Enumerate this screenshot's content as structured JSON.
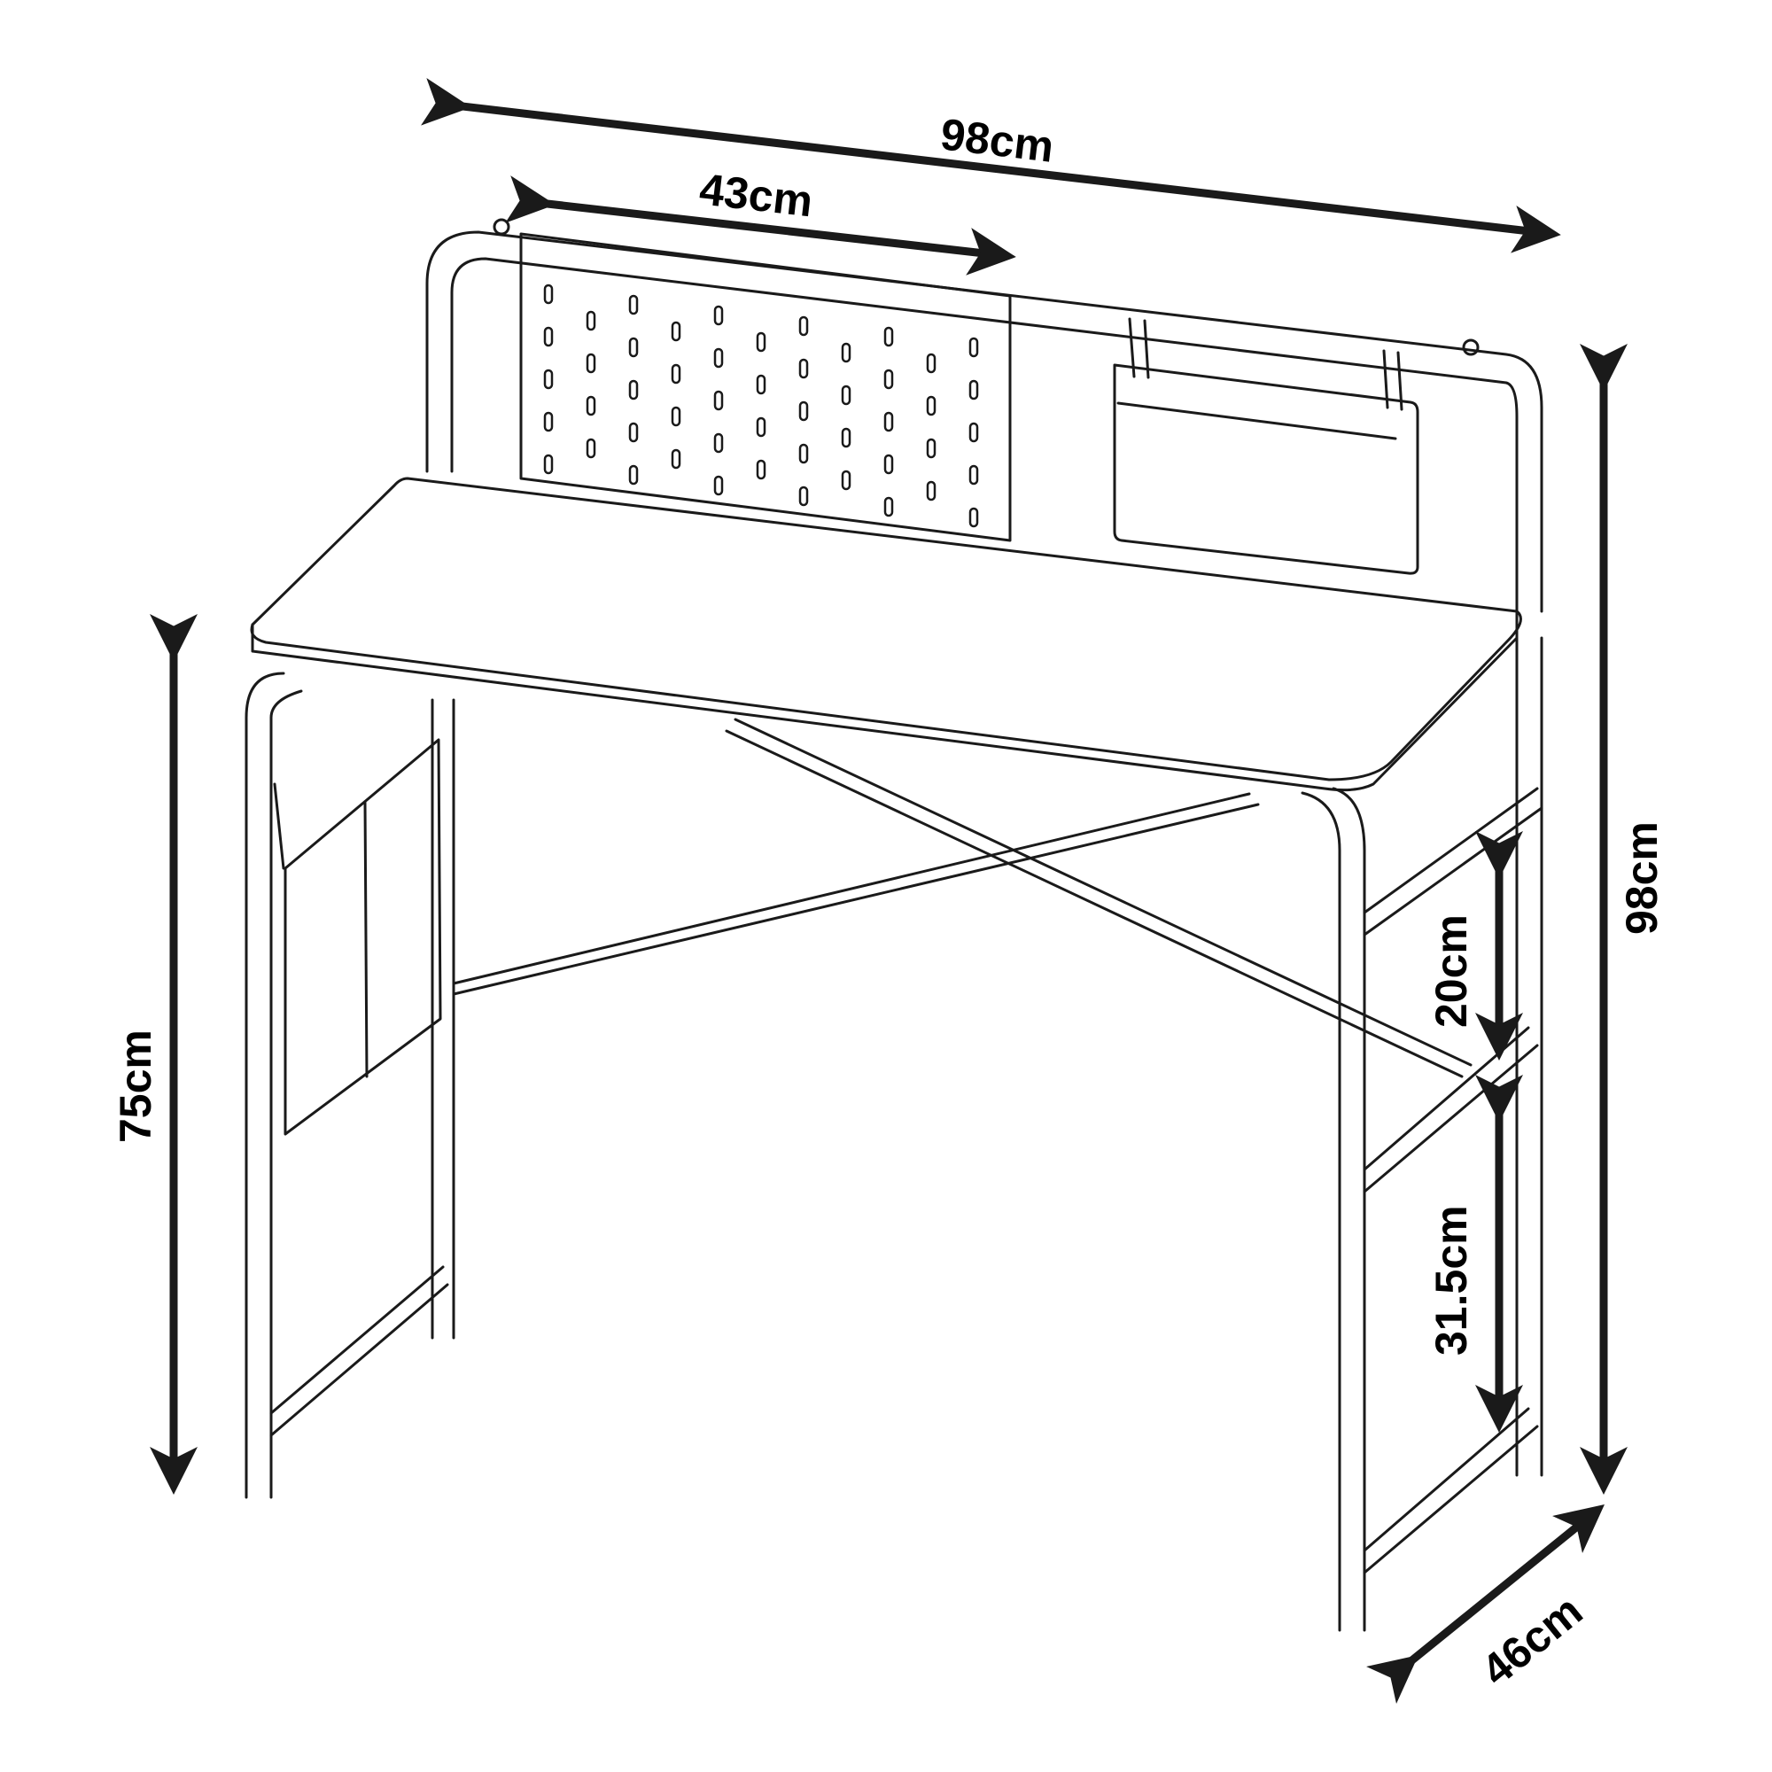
{
  "diagram": {
    "subject": "Computer desk with pegboard hutch, hanging storage pocket, side pocket and footrests",
    "dimensions": {
      "total_width": "98cm",
      "pegboard_width": "43cm",
      "total_height": "98cm",
      "desk_height": "75cm",
      "depth": "46cm",
      "footrest_spacing_upper": "20cm",
      "footrest_height_lower": "31.5cm"
    }
  }
}
